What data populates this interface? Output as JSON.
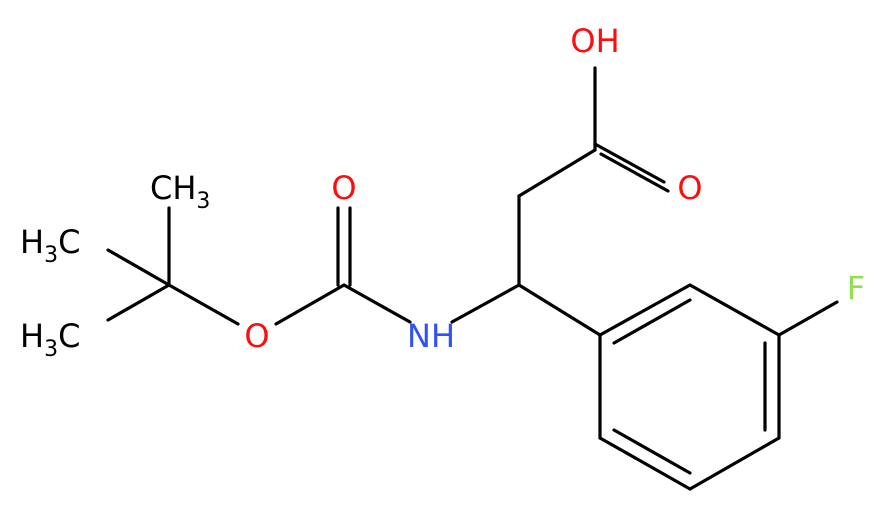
{
  "colors": {
    "carbon": "#000000",
    "oxygen": "#ff0d0d",
    "nitrogen": "#3050f8",
    "fluorine": "#90e050"
  },
  "atoms": {
    "oh": "OH",
    "o_acid": "O",
    "o_carbonyl": "O",
    "o_ester": "O",
    "nh": "NH",
    "f": "F",
    "ch3_top": {
      "main": "CH",
      "sub": "3"
    },
    "h3c_mid": {
      "pre": "H",
      "sub": "3",
      "post": "C"
    },
    "h3c_bot": {
      "pre": "H",
      "sub": "3",
      "post": "C"
    }
  }
}
